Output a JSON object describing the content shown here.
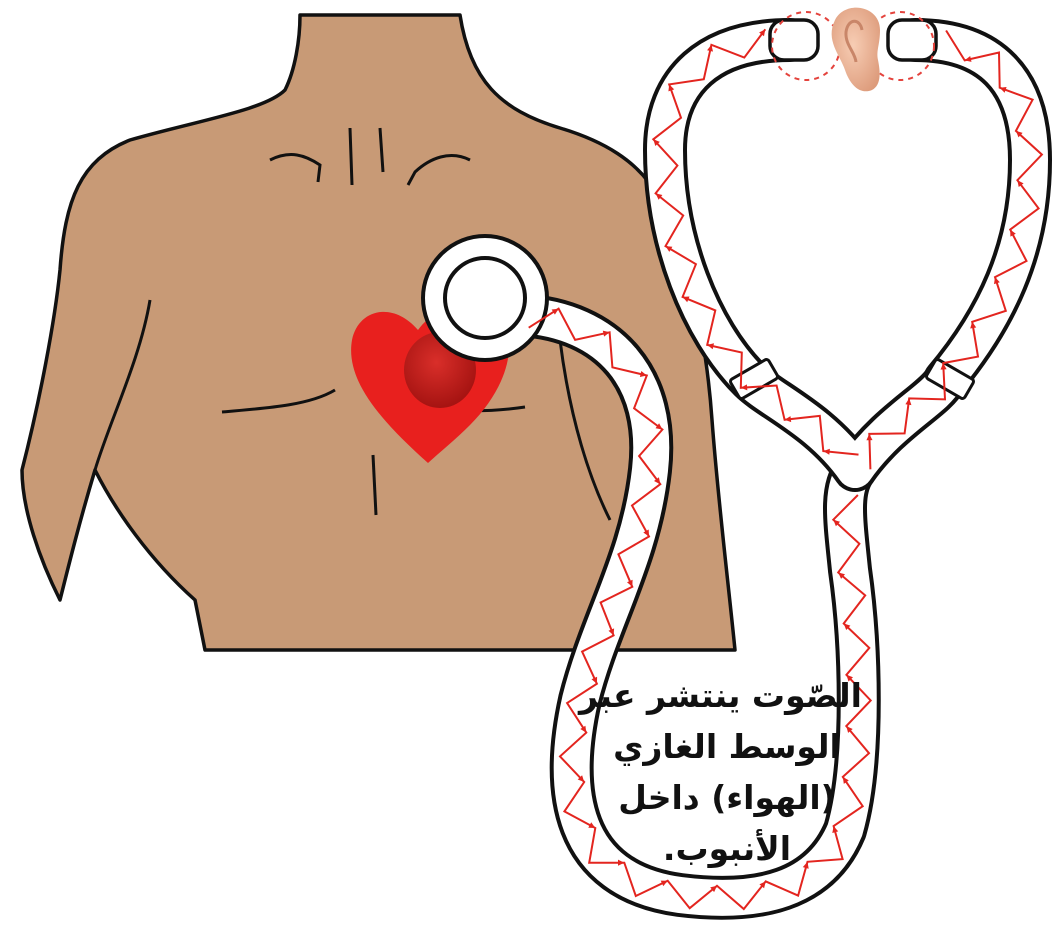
{
  "caption": {
    "lines": [
      "الصّوت ينتشر عبر",
      "الوسط الغازي",
      "(الهواء) داخل",
      "الأنبوب."
    ]
  },
  "colors": {
    "skin": "#c89a76",
    "outline": "#111111",
    "heart": "#e8201e",
    "heart_inner": "#b41614",
    "sound_arrows": "#e3251f",
    "ear": "#f0b79a",
    "ear_circle": "#e4433d"
  },
  "icons": {
    "body": "human-torso-icon",
    "heart": "heart-icon",
    "ear": "ear-icon",
    "stethoscope": "stethoscope-icon"
  }
}
